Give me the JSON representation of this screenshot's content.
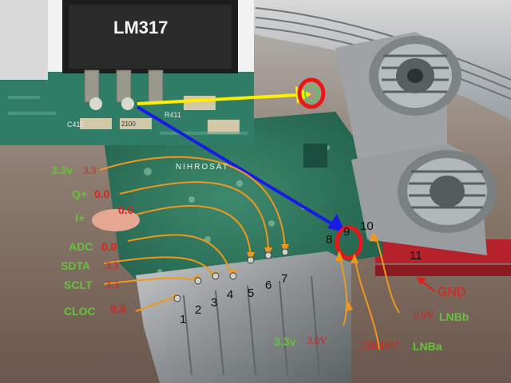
{
  "chip": {
    "label": "LM317"
  },
  "board": {
    "text": "NIHROSAT",
    "silk_c415": "C415",
    "silk_2100": "2100",
    "silk_r411": "R411"
  },
  "pin_labels": [
    {
      "name": "3.3v",
      "value": "3.3"
    },
    {
      "name": "Q+",
      "value": "0.0"
    },
    {
      "name": "I+",
      "value": "0.0"
    },
    {
      "name": "ADC",
      "value": "0.0"
    },
    {
      "name": "SDTA",
      "value": "3.3"
    },
    {
      "name": "SCLT",
      "value": "3.3"
    },
    {
      "name": "CLOC",
      "value": "0.0"
    }
  ],
  "pin_numbers": [
    "1",
    "2",
    "3",
    "4",
    "5",
    "6",
    "7",
    "8",
    "9",
    "10",
    "11"
  ],
  "bottom_labels": {
    "pin8_name": "3.3v",
    "pin8_value": "3.0V",
    "pin9_value": "13&18V",
    "pin9_name": "LNBa",
    "pin10_value": "0.0V",
    "pin10_name": "LNBb",
    "pin11_name": "GND"
  },
  "colors": {
    "label_green": "#66c23a",
    "value_red": "#e0201a",
    "trace_orange": "#f0971e",
    "arrow_yellow": "#ffee00",
    "arrow_blue": "#1a1ae6",
    "circle_red": "#e81818"
  }
}
